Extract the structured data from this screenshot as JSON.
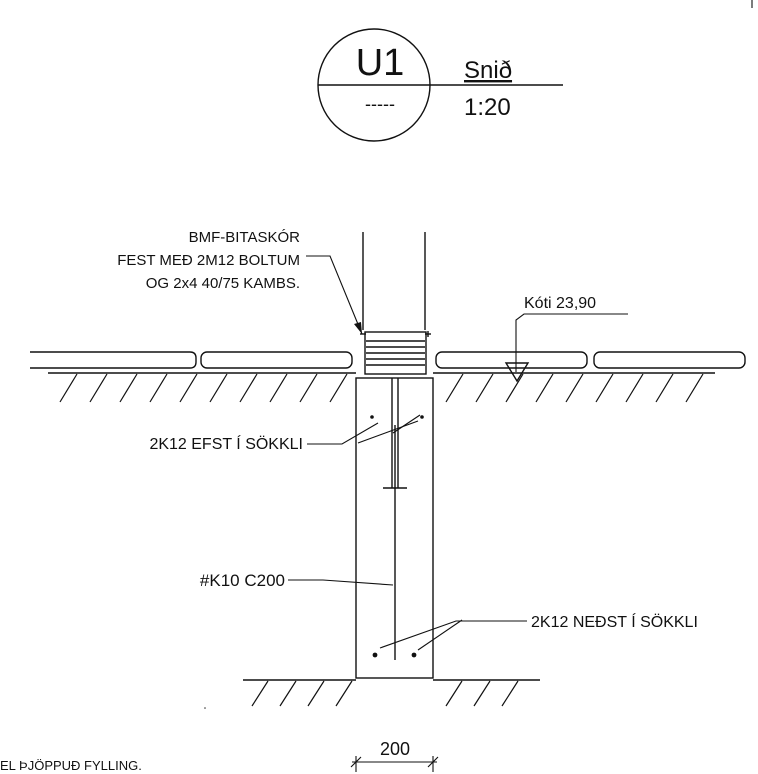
{
  "title_block": {
    "symbol": "U1",
    "sub_symbol": "-----",
    "label": "Snið",
    "scale": "1:20"
  },
  "annotations": {
    "bracket_line1": "BMF-BITASKÓR",
    "bracket_line2": "FEST MEÐ 2M12 BOLTUM",
    "bracket_line3": "OG 2x4 40/75 KAMBS.",
    "level": "Kóti 23,90",
    "top_rebar": "2K12 EFST Í SÖKKLI",
    "mesh": "#K10 C200",
    "bottom_rebar": "2K12 NEÐST Í SÖKKLI",
    "fill_note": "EL ÞJÖPPUÐ FYLLING.",
    "width_dim": "200"
  }
}
